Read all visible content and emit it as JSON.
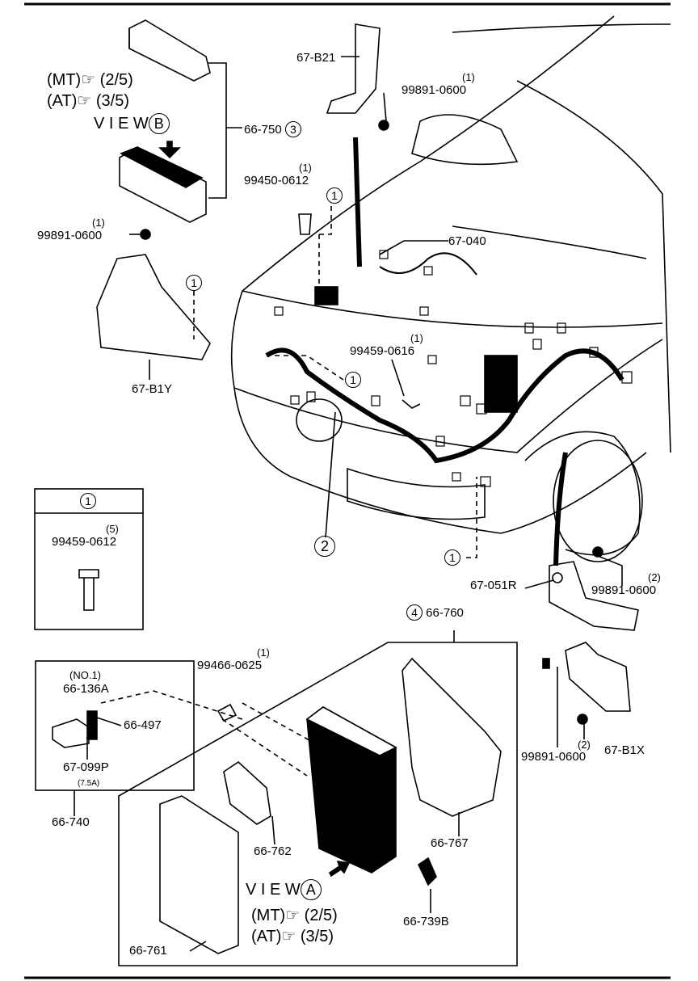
{
  "parts": {
    "p67_b21": "67-B21",
    "p99891_top": "99891-0600",
    "p99891_top_qty": "(1)",
    "p66_750": "66-750",
    "p66_750_ref": "3",
    "view_b_text": "V I E W",
    "view_b_letter": "B",
    "mt_b": "(MT)☞ (2/5)",
    "at_b": "(AT)☞ (3/5)",
    "p99450": "99450-0612",
    "p99450_qty": "(1)",
    "ref1": "1",
    "p67_040": "67-040",
    "p99891_left": "99891-0600",
    "p99891_left_qty": "(1)",
    "p67_b1y": "67-B1Y",
    "p99459_0616": "99459-0616",
    "p99459_0616_qty": "(1)",
    "ref2": "2",
    "box1_title": "1",
    "p99459_0612": "99459-0612",
    "p99459_0612_qty": "(5)",
    "p67_051r": "67-051R",
    "p99891_right": "99891-0600",
    "p99891_right_qty": "(2)",
    "p66_760": "66-760",
    "p66_760_ref": "4",
    "p99466": "99466-0625",
    "p99466_qty": "(1)",
    "no1": "(NO.1)",
    "p66_136a": "66-136A",
    "p66_497": "66-497",
    "p67_099p": "67-099P",
    "fuse": "(7.5A)",
    "p66_740": "66-740",
    "p99891_b": "99891-0600",
    "p99891_b_qty": "(2)",
    "p67_b1x": "67-B1X",
    "p66_762": "66-762",
    "p66_767": "66-767",
    "view_a_text": "V I E W",
    "view_a_letter": "A",
    "mt_a": "(MT)☞ (2/5)",
    "at_a": "(AT)☞ (3/5)",
    "p66_739b": "66-739B",
    "p66_761": "66-761"
  }
}
